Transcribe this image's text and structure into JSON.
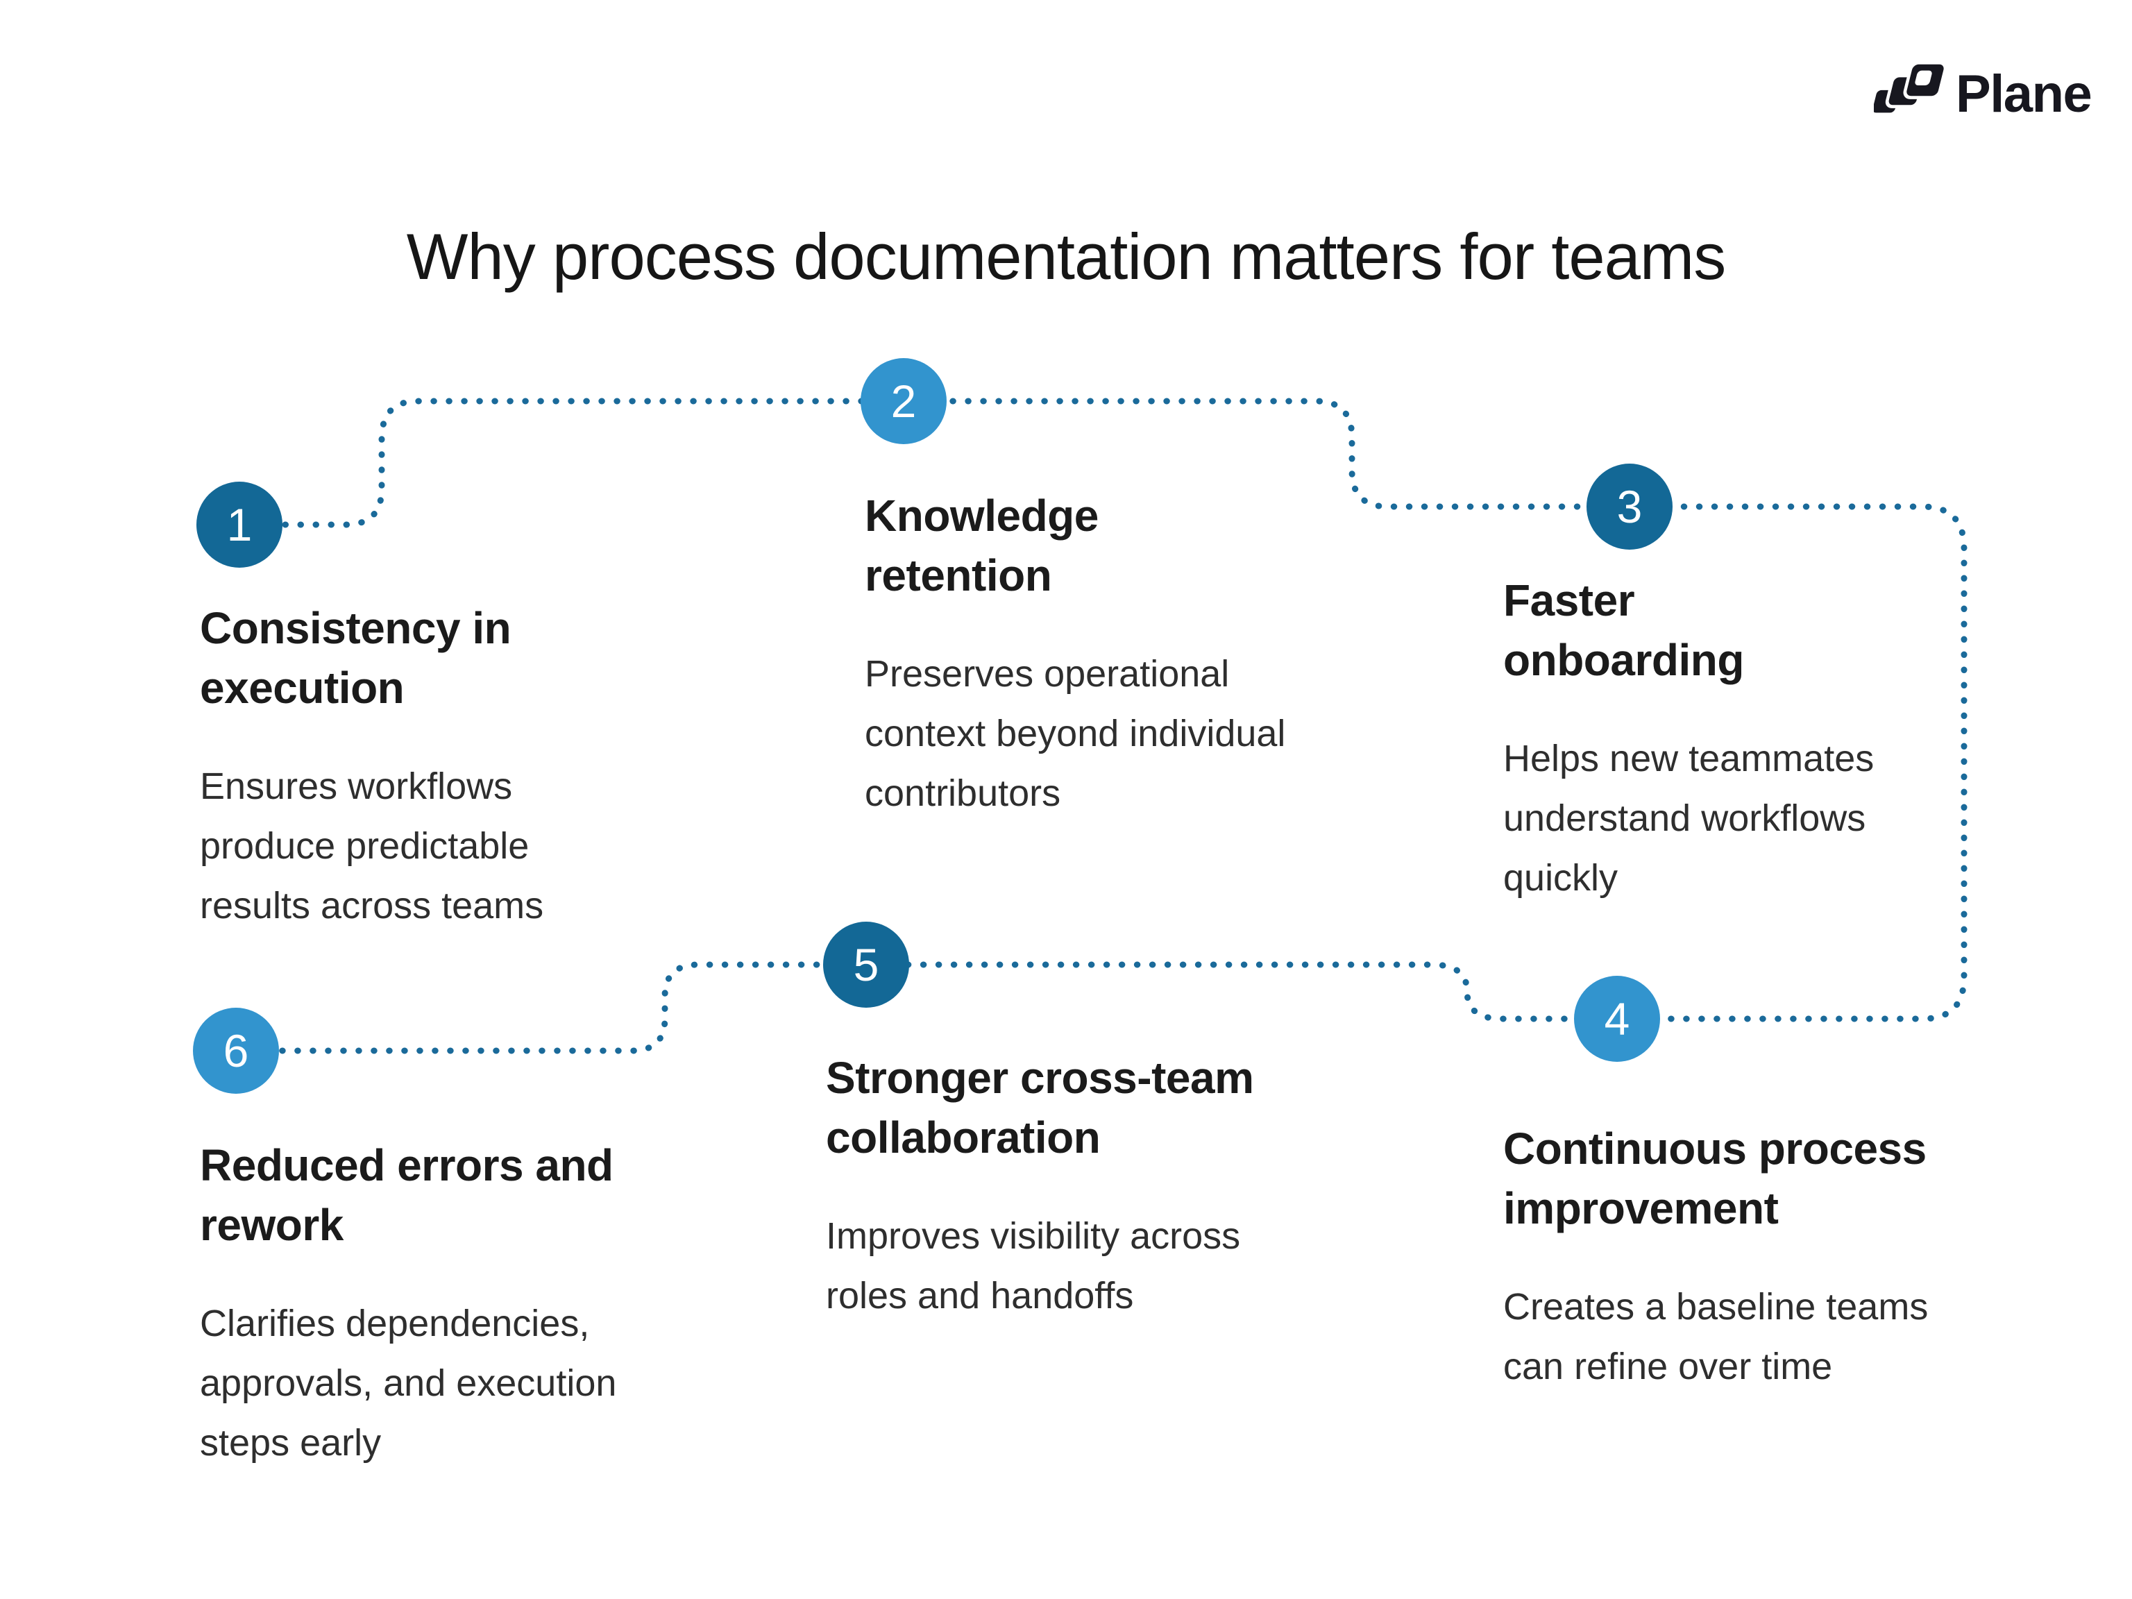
{
  "logo": {
    "text": "Plane",
    "color": "#17171f"
  },
  "title": {
    "text": "Why process documentation matters for teams",
    "color": "#161616"
  },
  "colors": {
    "dark_circle": "#136896",
    "light_circle": "#3294ce",
    "dot_line": "#1a6a9a",
    "heading_text": "#1b1b1b",
    "body_text": "#2e2e2e",
    "background": "#ffffff"
  },
  "steps": [
    {
      "number": "1",
      "variant": "dark",
      "heading": "Consistency in execution",
      "body": "Ensures workflows produce predictable results across teams"
    },
    {
      "number": "2",
      "variant": "light",
      "heading": "Knowledge retention",
      "body": "Preserves operational context beyond individual contributors"
    },
    {
      "number": "3",
      "variant": "dark",
      "heading": "Faster onboarding",
      "body": "Helps new teammates understand workflows quickly"
    },
    {
      "number": "4",
      "variant": "light",
      "heading": "Continuous process improvement",
      "body": "Creates a baseline teams can refine over time"
    },
    {
      "number": "5",
      "variant": "dark",
      "heading": "Stronger cross-team collaboration",
      "body": "Improves visibility across roles and handoffs"
    },
    {
      "number": "6",
      "variant": "light",
      "heading": "Reduced errors and rework",
      "body": "Clarifies dependencies, approvals, and execution steps early"
    }
  ]
}
